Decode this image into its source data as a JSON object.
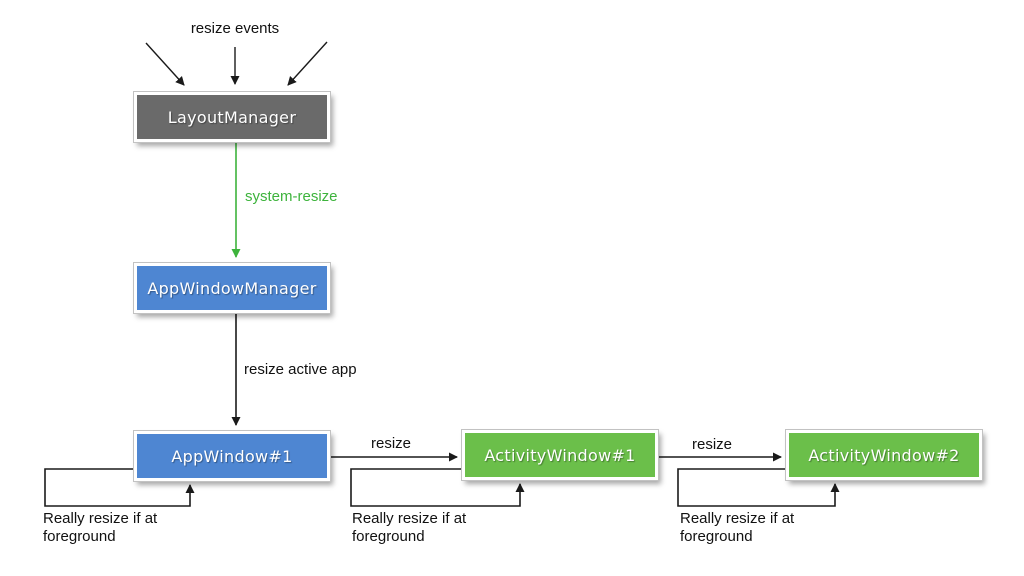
{
  "diagram": {
    "title_hint": "window resize event flow diagram",
    "nodes": [
      {
        "id": "layout-manager",
        "label": "LayoutManager",
        "color": "#6a6a6a"
      },
      {
        "id": "app-window-manager",
        "label": "AppWindowManager",
        "color": "#4e86d2"
      },
      {
        "id": "app-window-1",
        "label": "AppWindow#1",
        "color": "#4e86d2"
      },
      {
        "id": "activity-window-1",
        "label": "ActivityWindow#1",
        "color": "#6bbf4a"
      },
      {
        "id": "activity-window-2",
        "label": "ActivityWindow#2",
        "color": "#6bbf4a"
      }
    ],
    "labels": {
      "resize_events": "resize events",
      "system_resize": "system-resize",
      "resize_active_app": "resize active app",
      "resize_to_activity_1": "resize",
      "resize_to_activity_2": "resize",
      "self_loop_app_window": "Really resize if at foreground",
      "self_loop_activity_1": "Really resize if at foreground",
      "self_loop_activity_2": "Really resize if at foreground"
    },
    "colors": {
      "system_resize_green": "#3db33c",
      "arrow_black": "#1a1a1a",
      "node_text": "#ffffff",
      "label_text": "#111111"
    }
  }
}
